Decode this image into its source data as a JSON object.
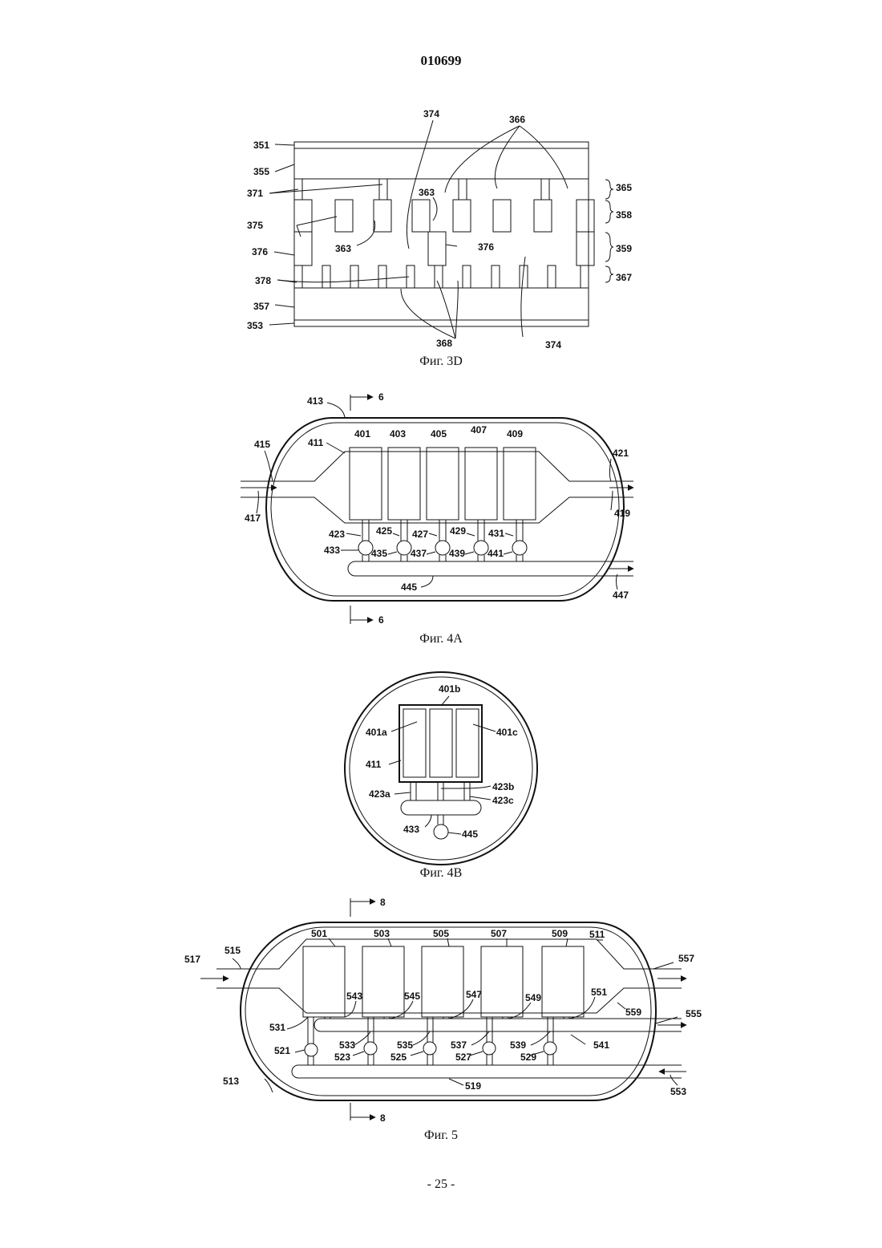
{
  "header": {
    "doc_number": "010699"
  },
  "figures": [
    {
      "id": "fig3d",
      "caption": "Фиг. 3D",
      "labels": [
        "374",
        "366",
        "351",
        "355",
        "371",
        "363",
        "365",
        "375",
        "358",
        "363",
        "376",
        "376",
        "359",
        "378",
        "367",
        "357",
        "353",
        "368",
        "374"
      ]
    },
    {
      "id": "fig4a",
      "caption": "Фиг. 4A",
      "labels": [
        "413",
        "6",
        "411",
        "401",
        "403",
        "405",
        "407",
        "409",
        "415",
        "421",
        "417",
        "419",
        "423",
        "425",
        "427",
        "429",
        "431",
        "433",
        "435",
        "437",
        "439",
        "441",
        "445",
        "447",
        "6"
      ]
    },
    {
      "id": "fig4b",
      "caption": "Фиг. 4B",
      "labels": [
        "401b",
        "401a",
        "401c",
        "411",
        "423b",
        "423a",
        "423c",
        "433",
        "445"
      ]
    },
    {
      "id": "fig5",
      "caption": "Фиг. 5",
      "labels": [
        "8",
        "501",
        "503",
        "505",
        "507",
        "509",
        "511",
        "517",
        "515",
        "557",
        "543",
        "545",
        "547",
        "549",
        "551",
        "559",
        "555",
        "531",
        "521",
        "523",
        "533",
        "525",
        "535",
        "527",
        "537",
        "529",
        "539",
        "541",
        "513",
        "519",
        "553",
        "8"
      ]
    }
  ],
  "footer": {
    "page_number": "- 25 -"
  }
}
